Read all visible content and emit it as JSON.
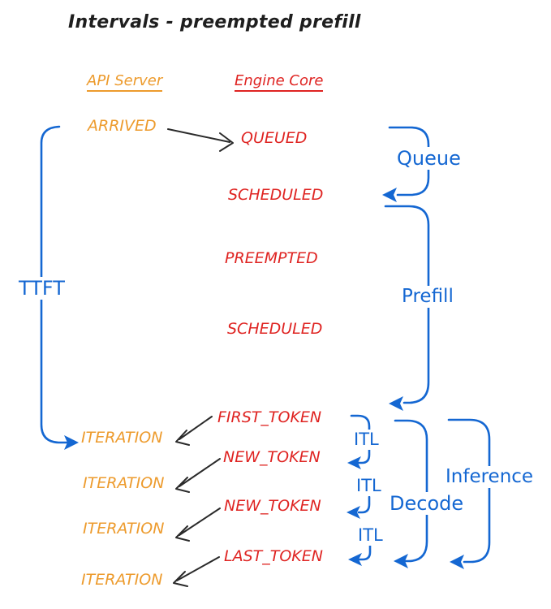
{
  "title": "Intervals - preempted prefill",
  "colors": {
    "orange": "#ed9b2d",
    "red": "#df2422",
    "blue": "#1467d2",
    "black": "#1e1e1e"
  },
  "columns": {
    "api_server": "API Server",
    "engine_core": "Engine Core"
  },
  "api_events": {
    "arrived": "ARRIVED",
    "iteration1": "ITERATION",
    "iteration2": "ITERATION",
    "iteration3": "ITERATION",
    "iteration4": "ITERATION"
  },
  "engine_events": {
    "queued": "QUEUED",
    "scheduled1": "SCHEDULED",
    "preempted": "PREEMPTED",
    "scheduled2": "SCHEDULED",
    "first_token": "FIRST_TOKEN",
    "new_token1": "NEW_TOKEN",
    "new_token2": "NEW_TOKEN",
    "last_token": "LAST_TOKEN"
  },
  "intervals": {
    "ttft": "TTFT",
    "queue": "Queue",
    "prefill": "Prefill",
    "itl1": "ITL",
    "itl2": "ITL",
    "itl3": "ITL",
    "decode": "Decode",
    "inference": "Inference"
  }
}
